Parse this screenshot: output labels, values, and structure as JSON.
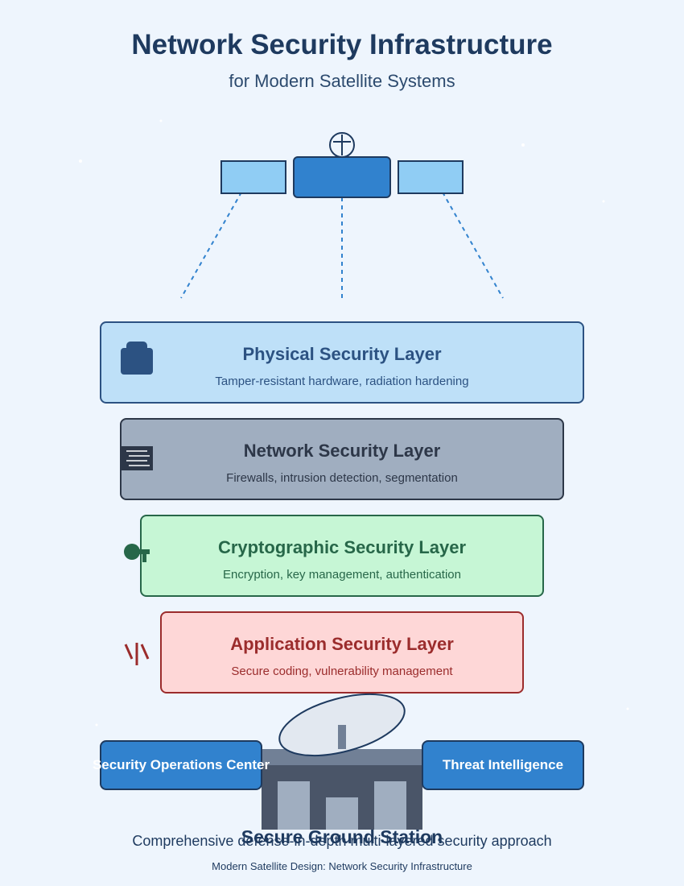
{
  "header": {
    "title": "Network Security Infrastructure",
    "subtitle": "for Modern Satellite Systems"
  },
  "satellite": {
    "icon": "satellite-icon"
  },
  "layers": [
    {
      "title": "Physical Security Layer",
      "description": "Tamper-resistant hardware, radiation hardening",
      "icon": "lock-icon",
      "color": "#2c5282",
      "fill": "#bee0f8"
    },
    {
      "title": "Network Security Layer",
      "description": "Firewalls, intrusion detection, segmentation",
      "icon": "firewall-icon",
      "color": "#2d3748",
      "fill": "#a0aec0"
    },
    {
      "title": "Cryptographic Security Layer",
      "description": "Encryption, key management, authentication",
      "icon": "key-icon",
      "color": "#276749",
      "fill": "#c6f6d5"
    },
    {
      "title": "Application Security Layer",
      "description": "Secure coding, vulnerability management",
      "icon": "code-icon",
      "color": "#9b2c2c",
      "fill": "#fed7d7"
    }
  ],
  "ground": {
    "soc_label": "Security Operations Center",
    "threat_label": "Threat Intelligence",
    "station_label": "Secure Ground Station"
  },
  "caption": "Comprehensive defense-in-depth multi-layered security approach",
  "footer": "Modern Satellite Design: Network Security Infrastructure",
  "colors": {
    "background": "#eef5fd",
    "accent": "#3182ce",
    "text": "#1e3a5f"
  }
}
